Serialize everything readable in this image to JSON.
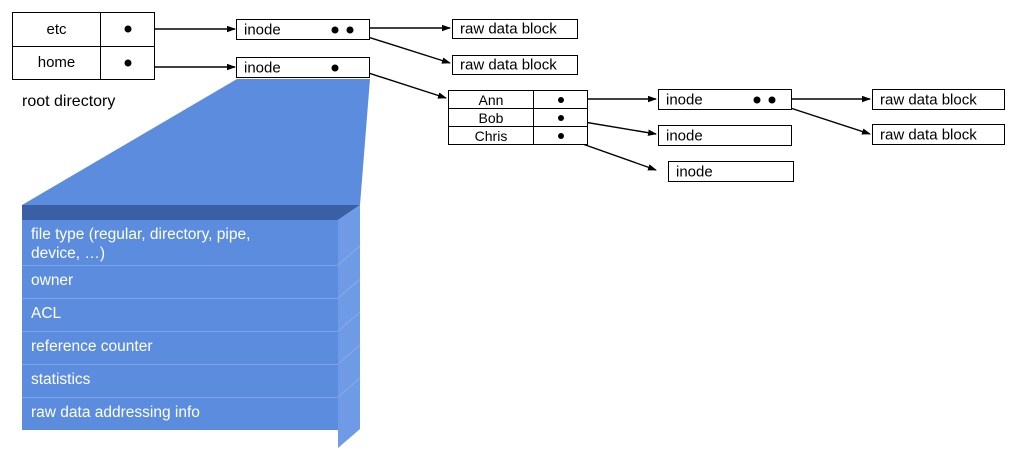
{
  "diagram": {
    "title_caption": "root directory",
    "colors": {
      "stack_face": "#5b8cdd",
      "stack_top": "#3b5fa5",
      "stack_side": "#6e9ae6",
      "fan": "#5b8cdd",
      "line": "#000000",
      "box_border": "#000000",
      "box_fill": "#ffffff",
      "text": "#000000",
      "stack_text": "#ffffff"
    },
    "root_directory": {
      "caption": "root directory",
      "rows": [
        {
          "name": "etc",
          "pointer": "●"
        },
        {
          "name": "home",
          "pointer": "●"
        }
      ]
    },
    "home_directory": {
      "rows": [
        {
          "name": "Ann",
          "pointer": "●"
        },
        {
          "name": "Bob",
          "pointer": "●"
        },
        {
          "name": "Chris",
          "pointer": "●"
        }
      ]
    },
    "inodes": [
      {
        "id": "inode-etc",
        "label": "inode",
        "pointer_count": 2
      },
      {
        "id": "inode-home",
        "label": "inode",
        "pointer_count": 1
      },
      {
        "id": "inode-ann",
        "label": "inode",
        "pointer_count": 2
      },
      {
        "id": "inode-bob",
        "label": "inode",
        "pointer_count": 0
      },
      {
        "id": "inode-chris",
        "label": "inode",
        "pointer_count": 0
      }
    ],
    "raw_data_blocks": [
      {
        "id": "rdb-etc-1",
        "label": "raw data block"
      },
      {
        "id": "rdb-etc-2",
        "label": "raw data block"
      },
      {
        "id": "rdb-ann-1",
        "label": "raw data block"
      },
      {
        "id": "rdb-ann-2",
        "label": "raw data block"
      }
    ],
    "inode_detail_stack": {
      "fields": [
        "file type (regular, directory, pipe,\ndevice, …)",
        "owner",
        "ACL",
        "reference counter",
        "statistics",
        "raw data addressing info"
      ]
    }
  }
}
